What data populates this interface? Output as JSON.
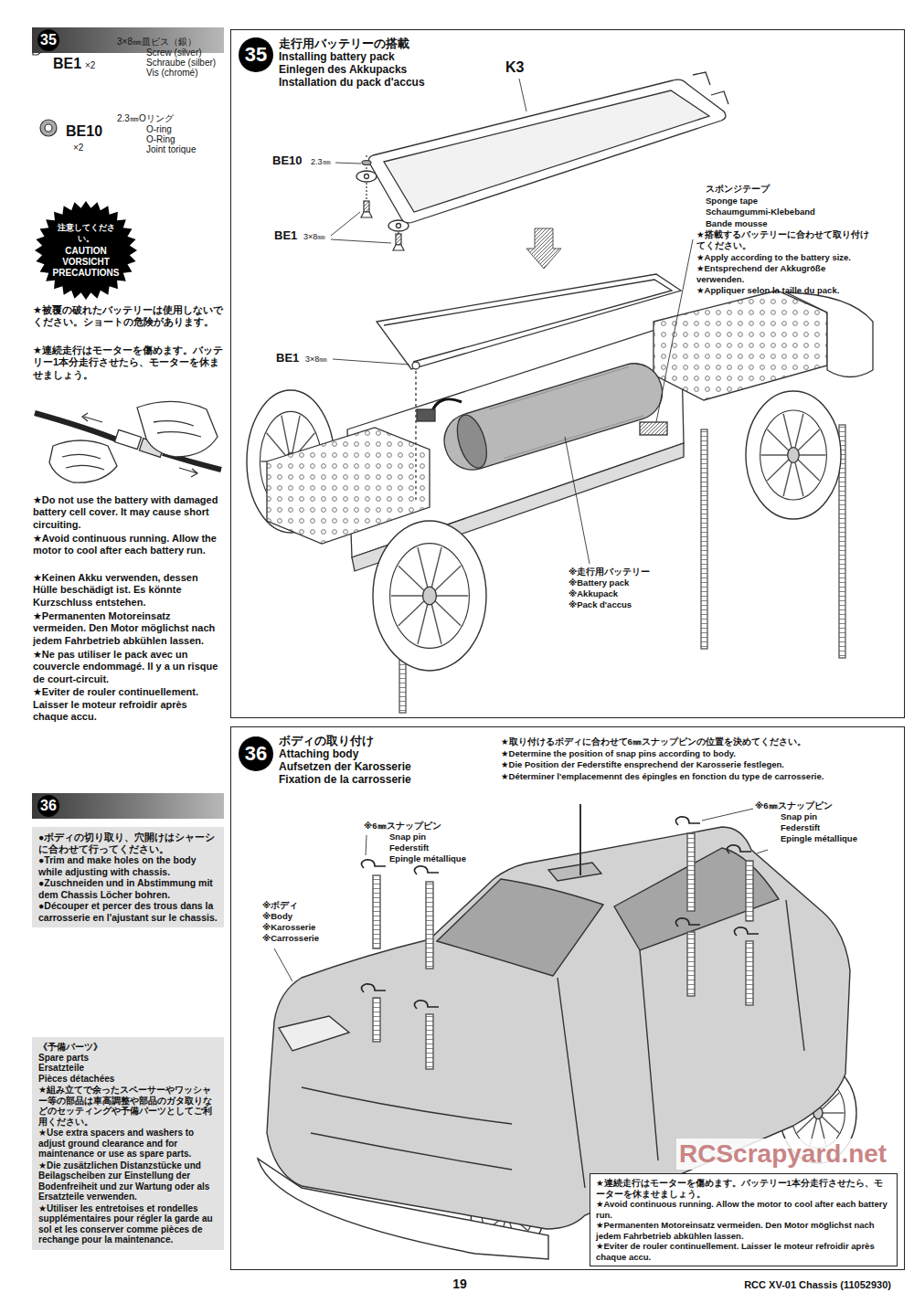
{
  "diagram": {
    "nodes": [
      {
        "text": [
          "35"
        ]
      },
      {
        "text": [
          "注意してください。",
          "CAUTION VORSICHT PRECAUTIONS"
        ]
      },
      {
        "text": [
          "走行用バッテリーの搭載",
          "Installing battery pack",
          "Einlegen des Akkupacks",
          "Installation du pack d'accus"
        ]
      },
      {
        "text": [
          "35"
        ],
        "in": 2
      },
      {
        "text": [
          "ボディの取り付け",
          "Attaching body",
          "Aufsetzen der Karosserie",
          "Fixation de la carrosserie"
        ]
      },
      {
        "text": [
          "36"
        ],
        "in": 4
      },
      {
        "text": [
          "★連続走行はモーターを傷めます。バッテリー1本分走行させたら、モーターを休ませましょう。",
          "★Avoid continuous running. Allow the motor to cool after each battery run.",
          "★Permanenten Motoreinsatz vermeiden. Den Motor möglichst nach jedem Fahrbetrieb abkühlen lassen.",
          "★Eviter de rouler continuellement. Laisser le moteur refroidir après chaque accu."
        ],
        "in": 4
      },
      {
        "text": [
          "36"
        ]
      },
      {
        "text": [
          "●ボディの切り取り、穴開けはシャーシに合わせて行ってください。",
          "●Trim and make holes on the body while adjusting with chassis.",
          "●Zuschneiden und in Abstimmung mit dem Chassis Löcher bohren.",
          "●Découper et percer des trous dans la carrosserie en l'ajustant sur le chassis."
        ]
      },
      {
        "text": [
          "《予備パーツ》",
          "Spare parts",
          "Ersatzteile",
          "Pièces détachées",
          "★組み立てで余ったスペーサーやワッシャー等の部品は車高調整や部品のガタ取りなどのセッティングや予備パーツとしてご利用ください。",
          "★Use extra spacers and washers to adjust ground clearance and for maintenance or use as spare parts.",
          "★Die zusätzlichen Distanzstücke und Beilagscheiben zur Einstellung der Bodenfreiheit und zur Wartung oder als Ersatzteile verwenden.",
          "★Utiliser les entretoises et rondelles supplémentaires pour régler la garde au sol et les conserver comme pièces de rechange pour la maintenance."
        ]
      }
    ],
    "labels": [
      "BE1",
      "×2",
      "3×8㎜皿ビス（銀）",
      "Screw (silver)",
      "Schraube (silber)",
      "Vis (chromé)",
      "BE10",
      "×2",
      "2.3㎜Oリング",
      "O-ring",
      "O-Ring",
      "Joint torique",
      "★被覆の破れたバッテリーは使用しないでください。ショートの危険があります。",
      "★連続走行はモーターを傷めます。バッテリー1本分走行させたら、モーターを休ませましょう。",
      "★Do not use the battery with damaged battery cell cover. It may cause short circuiting.",
      "★Avoid continuous running. Allow the motor to cool after each battery run.",
      "★Keinen Akku verwenden, dessen Hülle beschädigt ist. Es könnte Kurzschluss entstehen.",
      "★Permanenten Motoreinsatz vermeiden. Den Motor möglichst nach jedem Fahrbetrieb abkühlen lassen.",
      "★Ne pas utiliser le pack avec un couvercle endommagé. Il y a un risque de court-circuit.",
      "★Eviter de rouler continuellement. Laisser le moteur refroidir après chaque accu.",
      "K3",
      "BE10",
      "2.3㎜",
      "BE1",
      "3×8㎜",
      "BE1",
      "3×8㎜",
      "スポンジテープ",
      "Sponge tape",
      "Schaumgummi-Klebeband",
      "Bande mousse",
      "★搭載するバッテリーに合わせて取り付けてください。",
      "★Apply according to the battery size.",
      "★Entsprechend der Akkugröße verwenden.",
      "★Appliquer selon la taille du pack.",
      "※走行用バッテリー",
      "※Battery pack",
      "※Akkupack",
      "※Pack d'accus",
      "★取り付けるボディに合わせて6㎜スナップピンの位置を決めてください。",
      "★Determine the position of snap pins according to body.",
      "★Die Position der Federstifte ensprechend der Karosserie festlegen.",
      "★Déterminer l'emplacemennt des épingles en fonction du type de carrosserie.",
      "※6㎜スナップピン",
      "Snap pin",
      "Federstift",
      "Epingle métallique",
      "※6㎜スナップピン",
      "Snap pin",
      "Federstift",
      "Epingle métallique",
      "※ボディ",
      "※Body",
      "※Karosserie",
      "※Carrosserie",
      "19",
      "RCC XV-01 Chassis (11052930)",
      "RCScrapyard.net"
    ]
  }
}
